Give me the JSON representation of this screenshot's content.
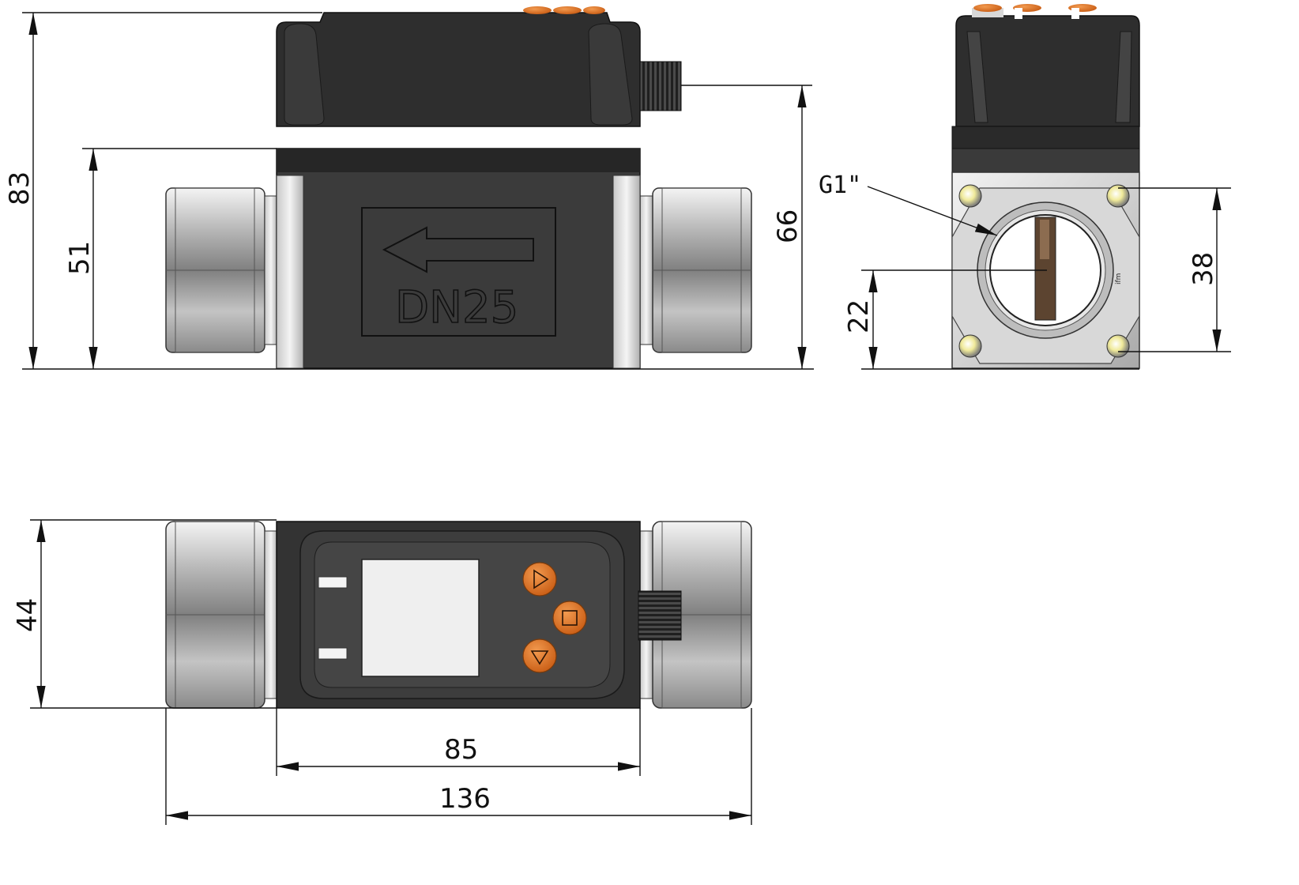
{
  "dimensions": {
    "d83": "83",
    "d51": "51",
    "d66": "66",
    "d22": "22",
    "d38": "38",
    "d44": "44",
    "d85": "85",
    "d136": "136"
  },
  "labels": {
    "thread": "G1\"",
    "body_marking": "DN25",
    "side_small_mark": "ifm"
  },
  "colors": {
    "housing": "#3b3b3b",
    "housing_top": "#2e2e2e",
    "metal_light": "#e6e6e6",
    "metal_mid": "#b9b9b9",
    "metal_dark": "#7d7d7d",
    "button_orange": "#e0782b",
    "display": "#efefef",
    "line": "#111111"
  },
  "icons": {
    "button_next": "play-triangle-icon",
    "button_enter": "square-icon",
    "button_down": "down-triangle-icon",
    "flow_direction": "left-arrow-icon"
  }
}
